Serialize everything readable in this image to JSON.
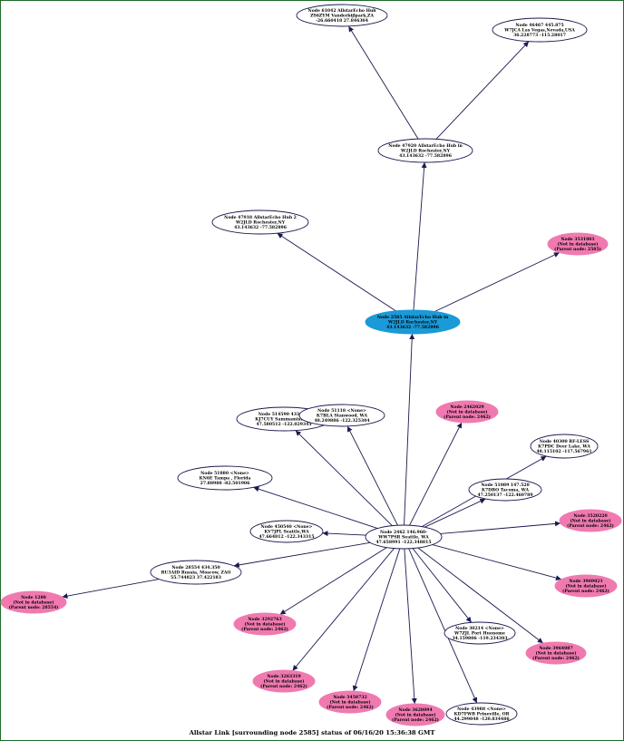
{
  "caption": "Allstar Link [surrounding node 2585] status of 06/16/20 15:36:38 GMT",
  "colors": {
    "border": "#1f6b2a",
    "edge": "#1a1a50",
    "hub_fill": "#1a9ad8",
    "notindb_fill": "#f07ab0",
    "normal_fill": "#ffffff",
    "node_stroke": "#1a1a50"
  },
  "nodes": [
    {
      "id": "n61042",
      "kind": "normal",
      "lines": [
        "Node 61042 AllstarEcho Hub",
        "ZS6ZYM Vanderbijlpark,ZA",
        "-26.660418 27.846304"
      ]
    },
    {
      "id": "n46467",
      "kind": "normal",
      "lines": [
        "Node 46467 445.875",
        "W7JCA Las Vegas,Nevada,USA",
        "36.228773 -115.28017"
      ]
    },
    {
      "id": "n47920",
      "kind": "normal",
      "lines": [
        "Node 47920 AllstarEcho Hub in",
        "W2JLD Rochester,NY",
        "43.143632 -77.582896"
      ]
    },
    {
      "id": "n47918",
      "kind": "normal",
      "lines": [
        "Node 47918 AllstarEcho Hub 2",
        "W2JLD Rochester,NY",
        "43.143632 -77.582896"
      ]
    },
    {
      "id": "n3531001",
      "kind": "notindb",
      "lines": [
        "Node 3531001",
        "(Not in database)",
        "(Parent node: 2585)"
      ]
    },
    {
      "id": "n2585",
      "kind": "hub",
      "lines": [
        "Node 2585 AllstarEcho Hub in",
        "W2JLD Rochester,NY",
        "43.143632 -77.582896"
      ]
    },
    {
      "id": "n514590",
      "kind": "normal",
      "lines": [
        "Node 514590 433.400",
        "KJ7CUY Sammamish WA",
        "47.580512 -122.029345"
      ]
    },
    {
      "id": "n51118",
      "kind": "normal",
      "lines": [
        "Node 51118 <None>",
        "K7BLA Stanwood, WA",
        "48.249886 -122.325304"
      ]
    },
    {
      "id": "n2462029",
      "kind": "notindb",
      "lines": [
        "Node 2462029",
        "(Not in database)",
        "(Parent node: 2462)"
      ]
    },
    {
      "id": "n40300",
      "kind": "normal",
      "lines": [
        "Node 40300 RF-LESS",
        "K7PDC Deer Lake, WA",
        "48.115102 -117.567961"
      ]
    },
    {
      "id": "n51880",
      "kind": "normal",
      "lines": [
        "Node 51880 <None>",
        "KN6E Tampa , Florida",
        "27.88988 -82.501906"
      ]
    },
    {
      "id": "n51089",
      "kind": "normal",
      "lines": [
        "Node 51089 147.520",
        "K7DBO Tacoma, WA",
        "47.250137 -122.460789"
      ]
    },
    {
      "id": "n3520220",
      "kind": "notindb",
      "lines": [
        "Node 3520220",
        "(Not in database)",
        "(Parent node: 2462)"
      ]
    },
    {
      "id": "n450540",
      "kind": "normal",
      "lines": [
        "Node 450540 <None>",
        "KV7JPL Seattle,WA",
        "47.664812 -122.343315"
      ]
    },
    {
      "id": "n2462",
      "kind": "normal",
      "lines": [
        "Node 2462 146.960-",
        "WW7PSR Seattle, WA",
        "47.658991 -122.348815"
      ]
    },
    {
      "id": "n28554",
      "kind": "normal",
      "lines": [
        "Node 28554 434.350",
        "RU3AID Russia, Moscow, ZAO",
        "55.744823 37.422183"
      ]
    },
    {
      "id": "n1280",
      "kind": "notindb",
      "lines": [
        "Node 1280",
        "(Not in database)",
        "(Parent node: 28554)"
      ]
    },
    {
      "id": "n3969021",
      "kind": "notindb",
      "lines": [
        "Node 3969021",
        "(Not in database)",
        "(Parent node: 2462)"
      ]
    },
    {
      "id": "n3292763",
      "kind": "notindb",
      "lines": [
        "Node 3292763",
        "(Not in database)",
        "(Parent node: 2462)"
      ]
    },
    {
      "id": "n30214",
      "kind": "normal",
      "lines": [
        "Node 30214 <None>",
        "W7ZJL Port Hueneme",
        "34.159806 -119.234303"
      ]
    },
    {
      "id": "n3964087",
      "kind": "notindb",
      "lines": [
        "Node 3964087",
        "(Not in database)",
        "(Parent node: 2462)"
      ]
    },
    {
      "id": "n3263319",
      "kind": "notindb",
      "lines": [
        "Node 3263319",
        "(Not in database)",
        "(Parent node: 2462)"
      ]
    },
    {
      "id": "n3458732",
      "kind": "notindb",
      "lines": [
        "Node 3458732",
        "(Not in database)",
        "(Parent node: 2462)"
      ]
    },
    {
      "id": "n3628094",
      "kind": "notindb",
      "lines": [
        "Node 3628094",
        "(Not in database)",
        "(Parent node: 2462)"
      ]
    },
    {
      "id": "n43988",
      "kind": "normal",
      "lines": [
        "Node 43988 <None>",
        "KD7FWB Prineville, OR",
        "44.299848 -120.834486"
      ]
    }
  ],
  "edges": [
    [
      "n47920",
      "n61042"
    ],
    [
      "n47920",
      "n46467"
    ],
    [
      "n2585",
      "n47920"
    ],
    [
      "n2585",
      "n47918"
    ],
    [
      "n2585",
      "n3531001"
    ],
    [
      "n2462",
      "n2585"
    ],
    [
      "n2462",
      "n514590"
    ],
    [
      "n2462",
      "n51118"
    ],
    [
      "n2462",
      "n2462029"
    ],
    [
      "n2462",
      "n40300"
    ],
    [
      "n2462",
      "n51880"
    ],
    [
      "n2462",
      "n51089"
    ],
    [
      "n2462",
      "n3520220"
    ],
    [
      "n2462",
      "n450540"
    ],
    [
      "n2462",
      "n28554"
    ],
    [
      "n28554",
      "n1280"
    ],
    [
      "n2462",
      "n3969021"
    ],
    [
      "n2462",
      "n3292763"
    ],
    [
      "n2462",
      "n30214"
    ],
    [
      "n2462",
      "n3964087"
    ],
    [
      "n2462",
      "n3263319"
    ],
    [
      "n2462",
      "n3458732"
    ],
    [
      "n2462",
      "n3628094"
    ],
    [
      "n2462",
      "n43988"
    ]
  ]
}
